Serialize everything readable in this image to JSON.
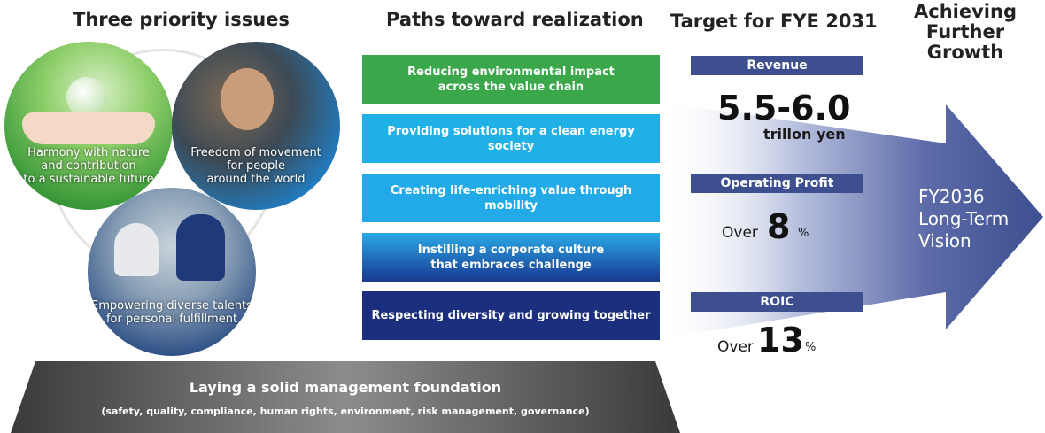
{
  "headings": {
    "priority": "Three priority issues",
    "paths": "Paths toward realization",
    "target": "Target for FYE 2031",
    "growth": "Achieving\nFurther Growth"
  },
  "circles": [
    {
      "label": "Harmony with nature\nand contribution\nto a sustainable future"
    },
    {
      "label": "Freedom of movement\nfor people\naround the world"
    },
    {
      "label": "Empowering diverse talents\nfor personal fulfillment"
    }
  ],
  "paths": [
    {
      "label": "Reducing environmental impact\nacross the value chain",
      "color": "#3aa84a"
    },
    {
      "label": "Providing solutions for a clean energy society",
      "color": "#1fb0e6"
    },
    {
      "label": "Creating life-enriching value through mobility",
      "color": "#22a9e8"
    },
    {
      "label": "Instilling a corporate culture\nthat embraces challenge",
      "color": "#1a5fb0"
    },
    {
      "label": "Respecting diversity and growing together",
      "color": "#1c2f7e"
    }
  ],
  "targets": {
    "revenue": {
      "bar": "Revenue",
      "value": "5.5-6.0",
      "unit": "trillon yen"
    },
    "operating_profit": {
      "bar": "Operating Profit",
      "prefix": "Over",
      "value": "8",
      "unit": "%"
    },
    "roic": {
      "bar": "ROIC",
      "prefix": "Over",
      "value": "13",
      "unit": "%"
    }
  },
  "vision": "FY2036\nLong-Term\nVision",
  "foundation": {
    "title": "Laying a solid management foundation",
    "subtitle": "(safety, quality, compliance, human rights, environment, risk management, governance)"
  },
  "colors": {
    "arrow": "#3d4f8f",
    "metric_bar": "#3d4f8f"
  }
}
